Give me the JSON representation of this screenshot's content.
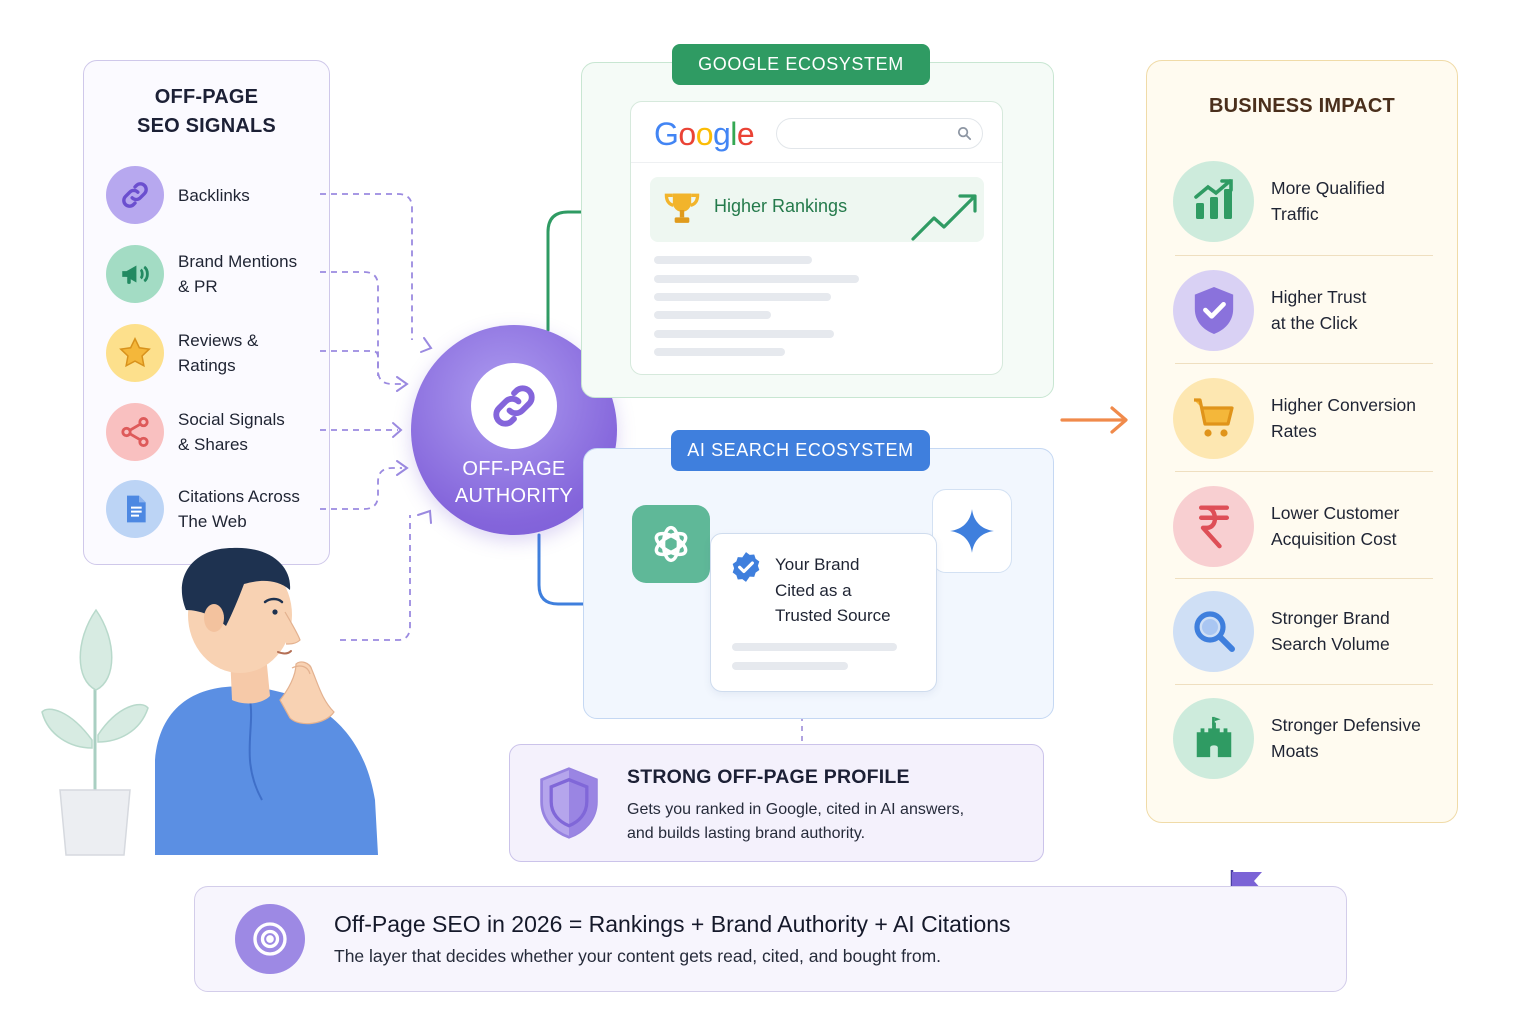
{
  "signals": {
    "title": "OFF-PAGE\nSEO SIGNALS",
    "items": [
      {
        "label": "Backlinks",
        "icon": "link-icon",
        "color": "#b7a8ef"
      },
      {
        "label": "Brand Mentions\n& PR",
        "icon": "megaphone-icon",
        "color": "#a3dcc4"
      },
      {
        "label": "Reviews &\nRatings",
        "icon": "star-icon",
        "color": "#fde08c"
      },
      {
        "label": "Social Signals\n& Shares",
        "icon": "share-icon",
        "color": "#f9c0c0"
      },
      {
        "label": "Citations Across\nThe Web",
        "icon": "document-icon",
        "color": "#bcd4f5"
      }
    ]
  },
  "authority": {
    "label": "OFF-PAGE\nAUTHORITY",
    "icon": "link-icon"
  },
  "google": {
    "tag": "GOOGLE ECOSYSTEM",
    "logo": "Google",
    "ranking_label": "Higher Rankings",
    "icons": [
      "trophy-icon",
      "trend-up-icon",
      "search-icon"
    ]
  },
  "ai": {
    "tag": "AI SEARCH ECOSYSTEM",
    "cited_text": "Your Brand\nCited as a\nTrusted Source",
    "icons": [
      "chatgpt-icon",
      "gemini-icon",
      "verified-icon"
    ]
  },
  "profile": {
    "title": "STRONG OFF-PAGE PROFILE",
    "description": "Gets you ranked in Google, cited in AI answers,\nand builds lasting brand authority.",
    "icon": "shield-icon"
  },
  "impact": {
    "title": "BUSINESS IMPACT",
    "items": [
      {
        "label": "More Qualified\nTraffic",
        "icon": "bar-chart-icon",
        "color": "#cdebdc"
      },
      {
        "label": "Higher Trust\nat the Click",
        "icon": "shield-check-icon",
        "color": "#d9d1f4"
      },
      {
        "label": "Higher Conversion\nRates",
        "icon": "cart-icon",
        "color": "#fde7b1"
      },
      {
        "label": "Lower Customer\nAcquisition Cost",
        "icon": "rupee-icon",
        "color": "#f8cfd1"
      },
      {
        "label": "Stronger Brand\nSearch Volume",
        "icon": "magnifier-icon",
        "color": "#cfdff5"
      },
      {
        "label": "Stronger Defensive\nMoats",
        "icon": "castle-icon",
        "color": "#cdebdc"
      }
    ]
  },
  "banner": {
    "title": "Off-Page SEO in 2026 = Rankings + Brand Authority + AI Citations",
    "description": "The layer that decides whether your content gets read, cited, and bought from.",
    "icon": "target-icon"
  },
  "colors": {
    "purple": "#8465db",
    "green": "#2f9b63",
    "blue": "#3f7fdd",
    "orange": "#f08a4b"
  }
}
